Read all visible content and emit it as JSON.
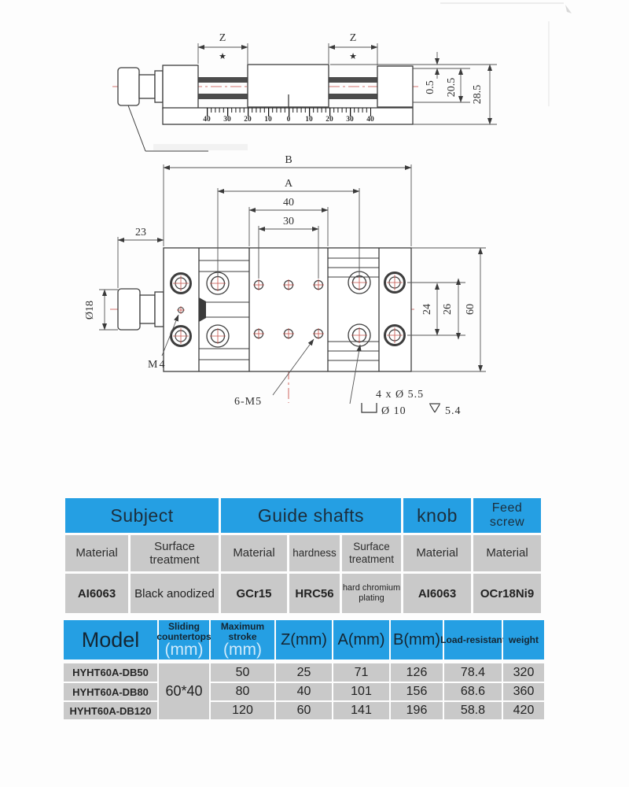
{
  "drawing": {
    "side_view": {
      "ruler": [
        "40",
        "30",
        "20",
        "10",
        "0",
        "10",
        "20",
        "30",
        "40"
      ],
      "z_left": "Z",
      "z_right": "Z",
      "star_left": "★",
      "star_right": "★",
      "dim_05": "0.5",
      "dim_205": "20.5",
      "dim_285": "28.5"
    },
    "top_view": {
      "dim_b": "B",
      "dim_a": "A",
      "dim_40": "40",
      "dim_30": "30",
      "dim_23": "23",
      "dim_dia18": "Ø18",
      "dim_24": "24",
      "dim_26": "26",
      "dim_60": "60",
      "m4": "M4",
      "m5": "6-M5",
      "cb_line1": "4 x Ø 5.5",
      "cb_dia": "Ø 10",
      "cb_depth": "5.4"
    }
  },
  "materials_table": {
    "group_headers": [
      {
        "label": "Subject"
      },
      {
        "label": "Guide shafts"
      },
      {
        "label": "knob"
      },
      {
        "label": "Feed screw"
      }
    ],
    "column_headers": [
      "Material",
      "Surface treatment",
      "Material",
      "hardness",
      "Surface treatment",
      "Material",
      "Material"
    ],
    "values": [
      "AI6063",
      "Black anodized",
      "GCr15",
      "HRC56",
      "hard chromium plating",
      "AI6063",
      "OCr18Ni9"
    ]
  },
  "models_table": {
    "headers": {
      "model": "Model",
      "countertop": "Sliding countertops",
      "countertop_unit": "(mm)",
      "stroke": "Maximum stroke",
      "stroke_unit": "(mm)",
      "z": "Z(mm)",
      "a": "A(mm)",
      "b": "B(mm)",
      "load": "Load-resistant",
      "weight": "weight"
    },
    "countertop_value": "60*40",
    "rows": [
      {
        "model": "HYHT60A-DB50",
        "stroke": "50",
        "z": "25",
        "a": "71",
        "b": "126",
        "load": "78.4",
        "weight": "320"
      },
      {
        "model": "HYHT60A-DB80",
        "stroke": "80",
        "z": "40",
        "a": "101",
        "b": "156",
        "load": "68.6",
        "weight": "360"
      },
      {
        "model": "HYHT60A-DB120",
        "stroke": "120",
        "z": "60",
        "a": "141",
        "b": "196",
        "load": "58.8",
        "weight": "420"
      }
    ]
  },
  "colors": {
    "header_blue": "#259fe3",
    "cell_gray": "#c9c9c9",
    "centerline_red": "#d4736e"
  }
}
